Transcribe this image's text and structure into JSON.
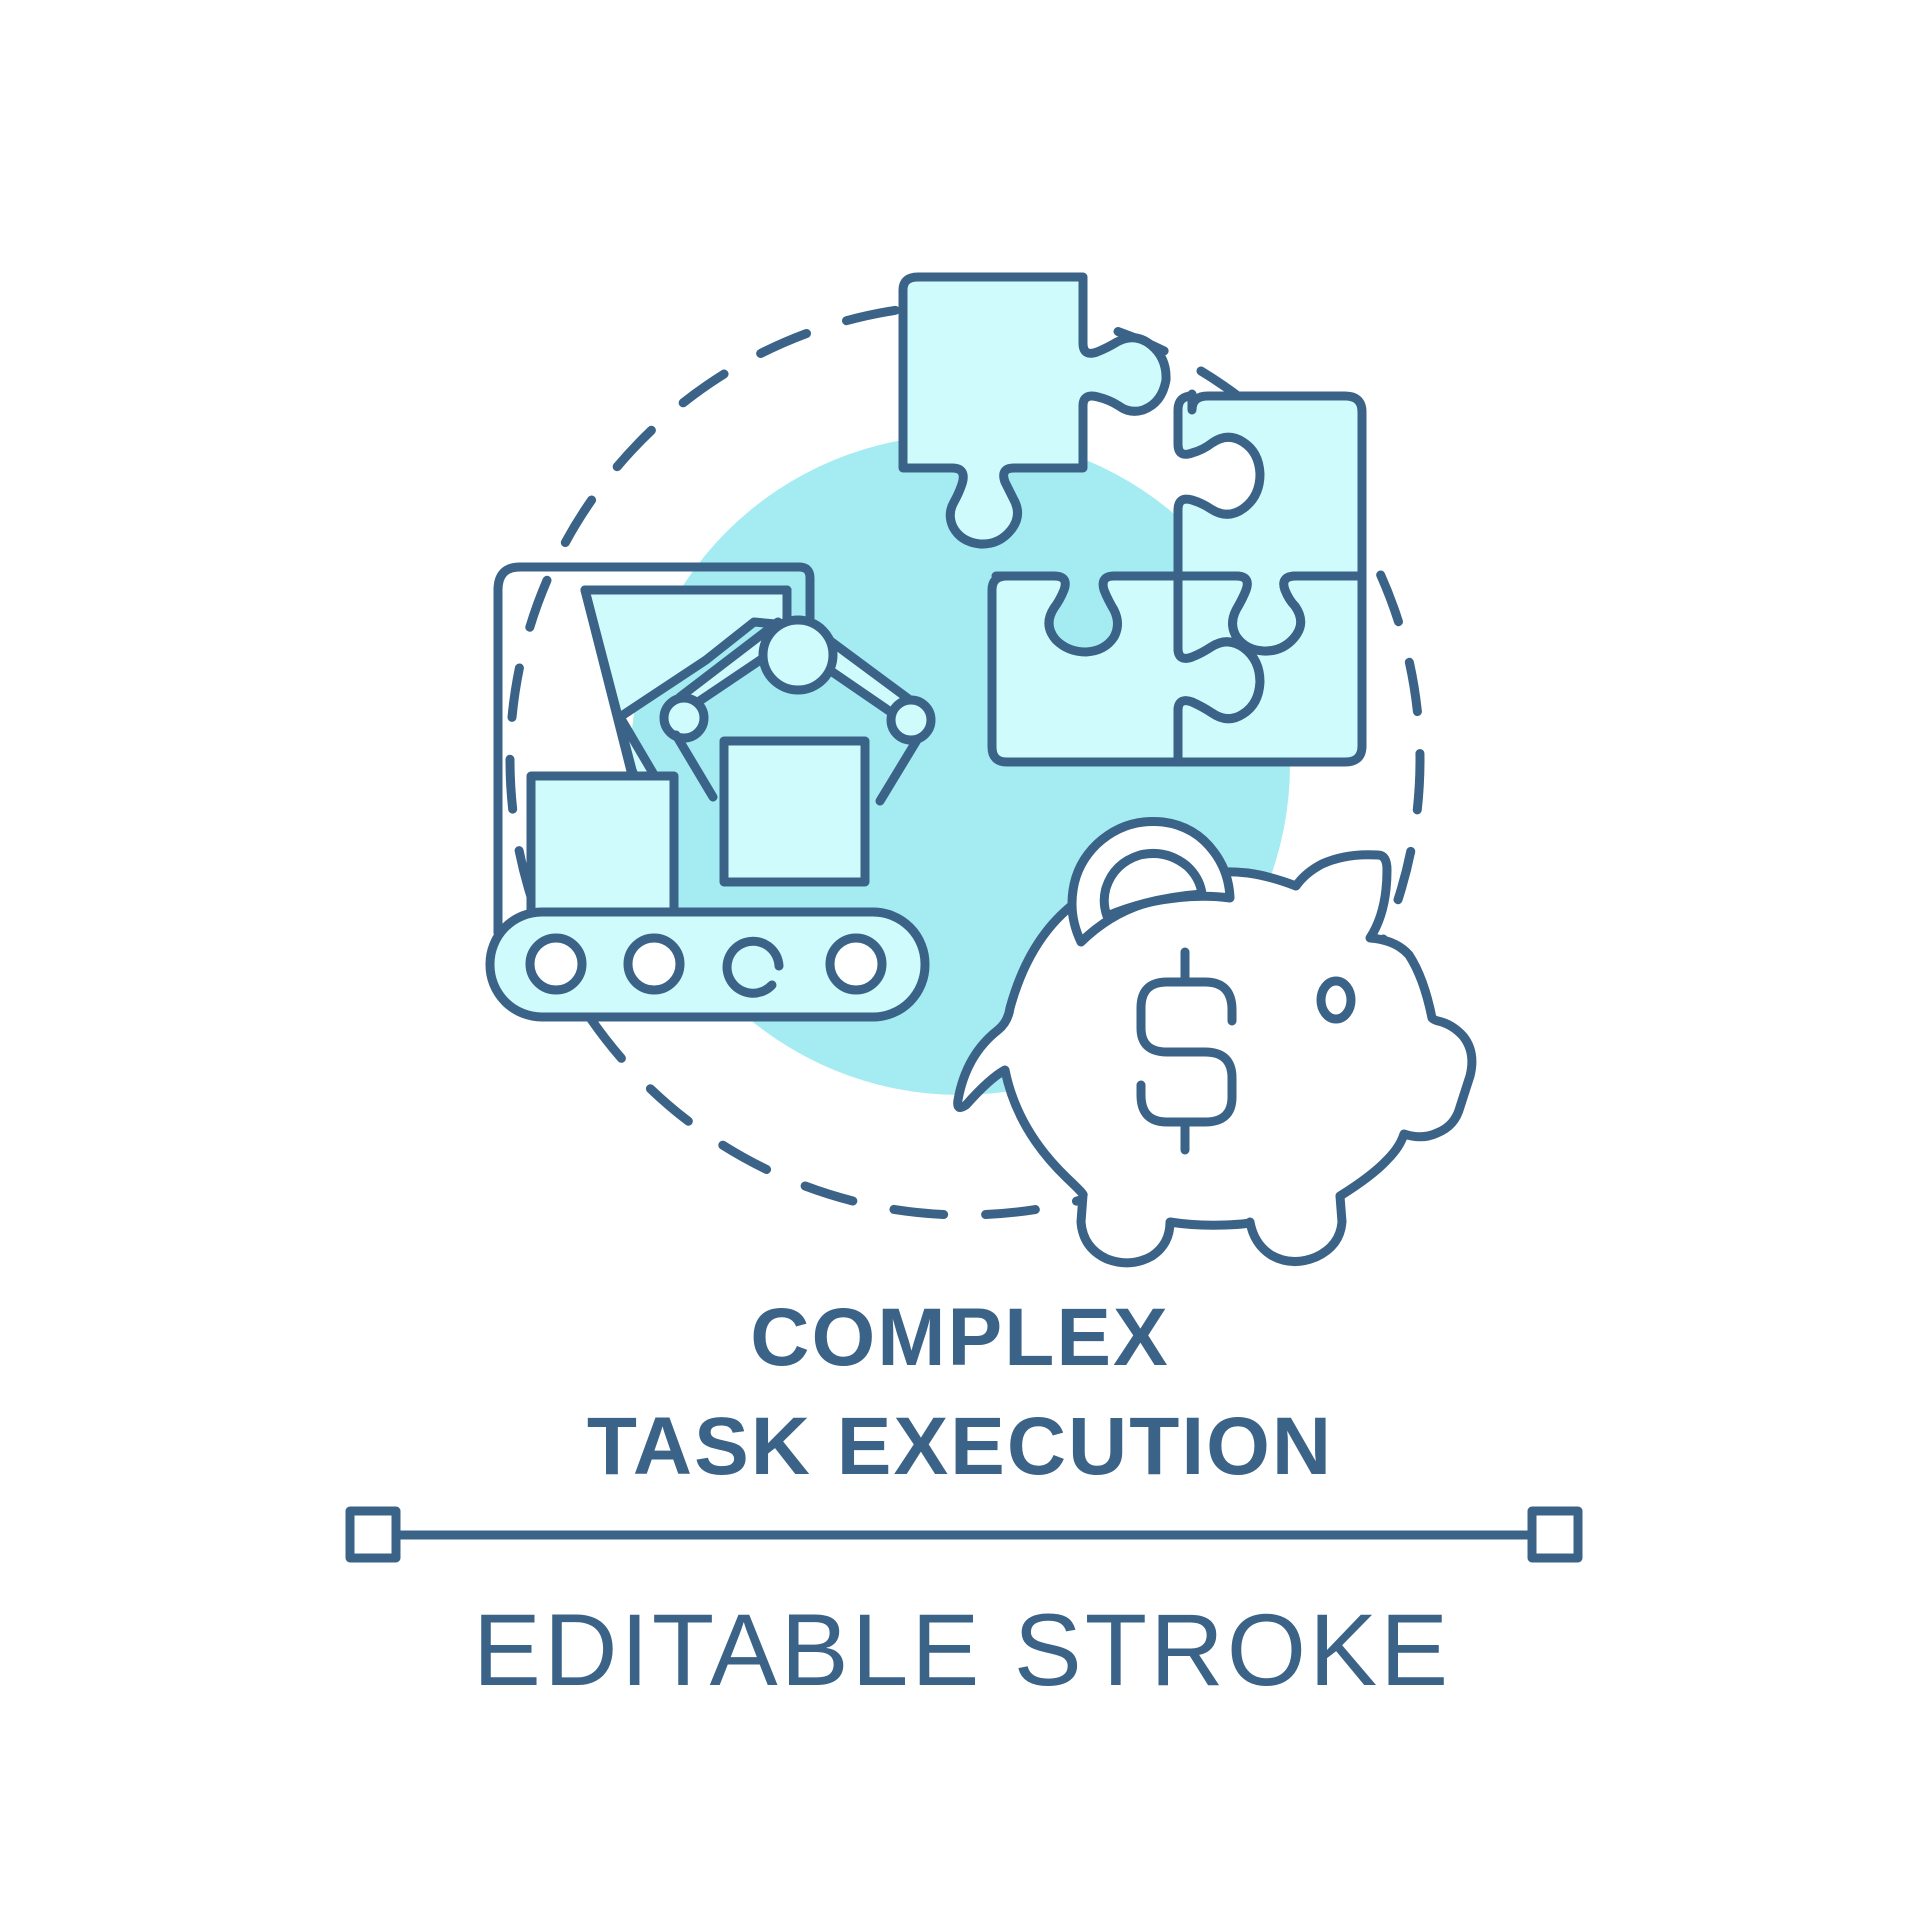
{
  "title_line1": "COMPLEX",
  "title_line2": "TASK EXECUTION",
  "subtitle": "EDITABLE STROKE",
  "colors": {
    "stroke": "#3b6388",
    "circle": "#a5ecf2",
    "fill": "#cffbfc",
    "background": "#ffffff"
  },
  "icons": [
    "robotic-arm-icon",
    "conveyor-belt-icon",
    "puzzle-pieces-icon",
    "piggy-bank-icon",
    "dollar-sign-icon"
  ]
}
